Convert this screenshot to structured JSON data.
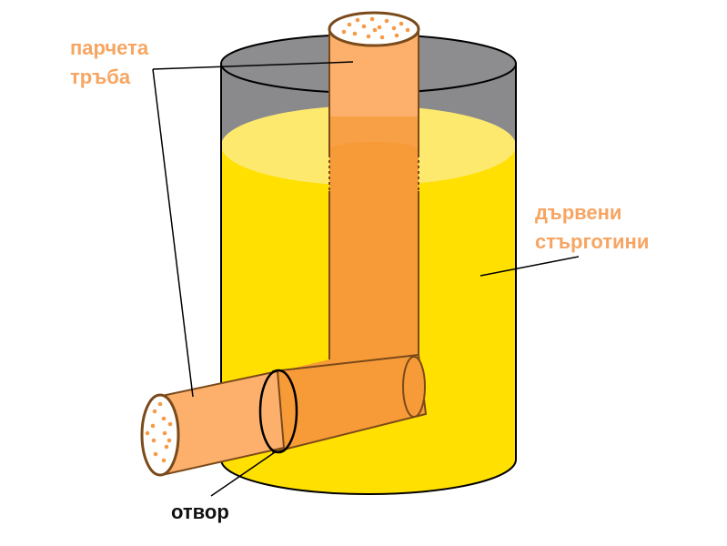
{
  "labels": {
    "pipe_pieces": [
      "парчета",
      "тръба"
    ],
    "sawdust": [
      "дървени",
      "стърготини"
    ],
    "opening": "отвор"
  },
  "colors": {
    "container_outline": "#000000",
    "container_empty": "#808080",
    "container_rim": "#8b8b8f",
    "sawdust": "#ffe000",
    "sawdust_top": "#fdea70",
    "pipe_light": "#fcb06c",
    "pipe_mid": "#f7a045",
    "pipe_dark": "#f79a38",
    "pipe_speckle": "#f59b48",
    "label_orange": "#f7a562",
    "label_dark": "#111111"
  }
}
